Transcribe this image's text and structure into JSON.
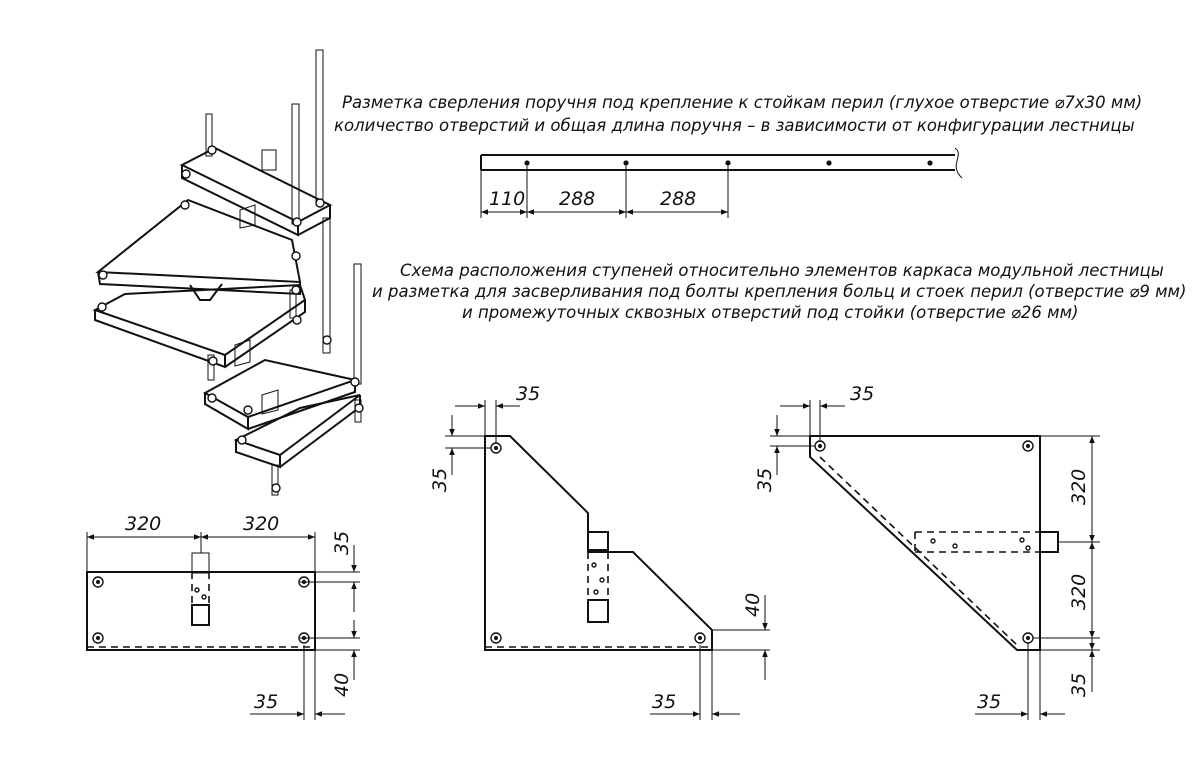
{
  "notes": {
    "handrail_line1": "Разметка сверления поручня под крепление к стойкам перил (глухое отверстие ⌀7х30 мм)",
    "handrail_line2": "количество отверстий и общая длина поручня – в зависимости от конфигурации лестницы",
    "scheme_line1": "Схема расположения ступеней относительно элементов каркаса модульной лестницы",
    "scheme_line2": "и разметка для засверливания под болты крепления больц и стоек перил (отверстие ⌀9 мм)",
    "scheme_line3": "и промежуточных сквозных отверстий под стойки (отверстие ⌀26 мм)"
  },
  "handrail": {
    "dims": [
      "110",
      "288",
      "288"
    ]
  },
  "rect_step": {
    "dims": [
      "320",
      "320",
      "35",
      "40",
      "35"
    ]
  },
  "winder_step": {
    "dims": [
      "35",
      "35",
      "40",
      "35"
    ]
  },
  "triangle_step": {
    "dims": [
      "35",
      "35",
      "320",
      "320",
      "35",
      "35"
    ]
  }
}
